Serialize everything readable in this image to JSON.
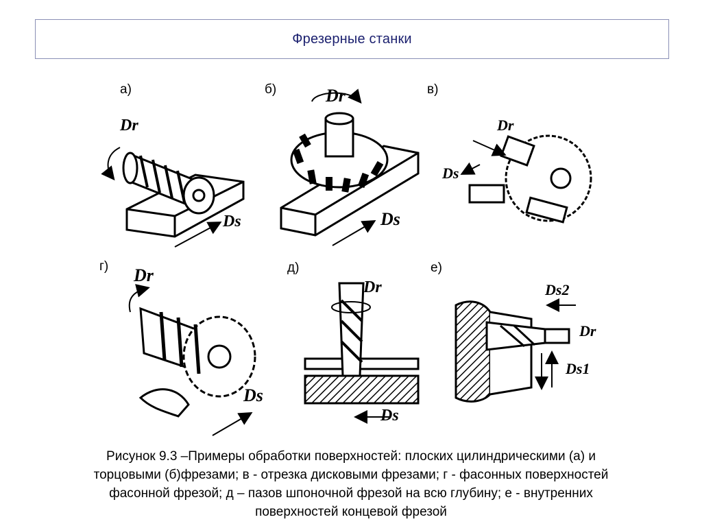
{
  "slide": {
    "title": "Фрезерные станки"
  },
  "figures": [
    {
      "id": "a",
      "label": "а)",
      "motions": [
        "Dr",
        "Ds"
      ]
    },
    {
      "id": "b",
      "label": "б)",
      "motions": [
        "Dr",
        "Ds"
      ]
    },
    {
      "id": "v",
      "label": "в)",
      "motions": [
        "Dr",
        "Ds"
      ]
    },
    {
      "id": "g",
      "label": "г)",
      "motions": [
        "Dr",
        "Ds"
      ]
    },
    {
      "id": "d",
      "label": "д)",
      "motions": [
        "Dr",
        "Ds"
      ]
    },
    {
      "id": "e",
      "label": "е)",
      "motions": [
        "Ds2",
        "Dr",
        "Ds1"
      ]
    }
  ],
  "motion_labels": {
    "Dr": "Dr",
    "Ds": "Ds",
    "Ds1": "Ds1",
    "Ds2": "Ds2"
  },
  "caption": {
    "line1": "Рисунок  9.3 –Примеры обработки поверхностей: плоских  цилиндрическими (а) и",
    "line2": "торцовыми (б)фрезами; в - отрезка дисковыми фрезами; г - фасонных поверхностей",
    "line3": "фасонной фрезой; д – пазов шпоночной фрезой на всю глубину; е - внутренних",
    "line4": "поверхностей концевой фрезой"
  }
}
